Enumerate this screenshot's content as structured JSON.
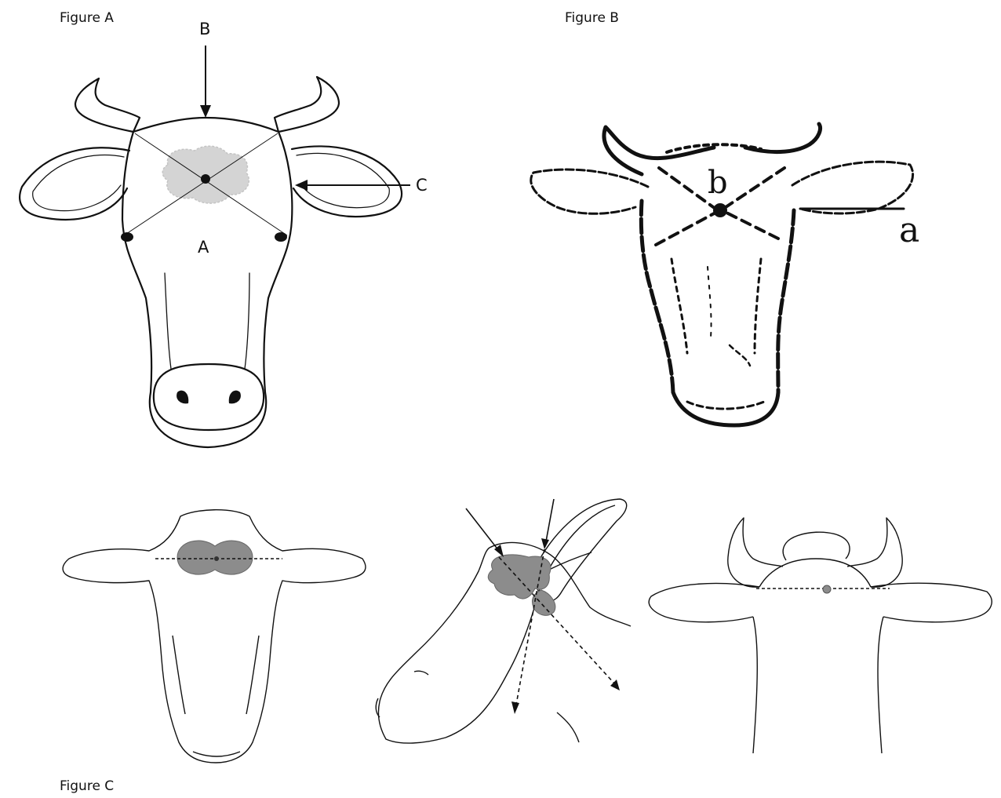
{
  "figures": {
    "a": {
      "title": "Figure A",
      "labels": {
        "forehead": "A",
        "poll": "B",
        "side": "C"
      }
    },
    "b": {
      "title": "Figure B",
      "labels": {
        "ear_line": "a",
        "center": "b"
      }
    },
    "c": {
      "title": "Figure C"
    }
  },
  "colors": {
    "outline": "#111111",
    "target_zone_light": "#d4d4d4",
    "target_zone_dark": "#8c8c8c"
  }
}
